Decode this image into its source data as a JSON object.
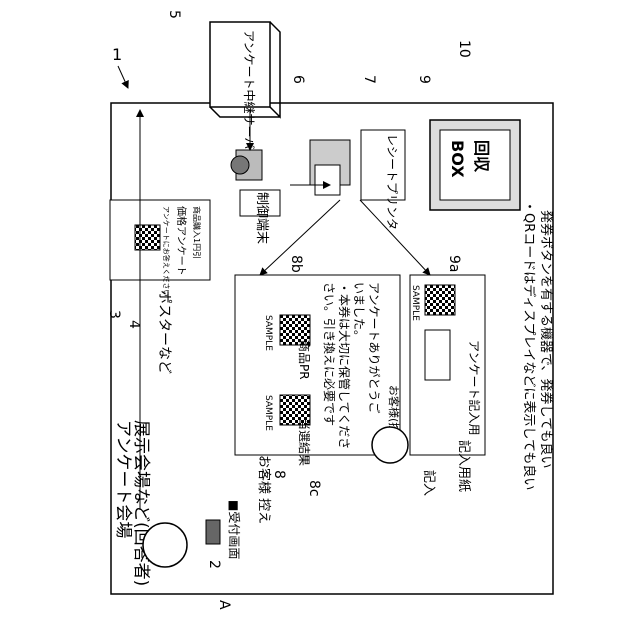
{
  "refs": {
    "system": "1",
    "smartphone": "2",
    "poster": "3",
    "poster_qr": "4",
    "server": "5",
    "control_terminal": "6",
    "printer": "7",
    "receipt": "8",
    "receipt_qr_result": "8b",
    "receipt_qr_product": "8c",
    "entry_form": "9",
    "form_qr": "9a",
    "box": "10",
    "respondent": "A"
  },
  "venue": {
    "line1": "アンケート会場",
    "line2": "展示会場など(回答者)"
  },
  "server": {
    "label": "アンケート中継サーバ"
  },
  "control_terminal": {
    "label": "制御端末"
  },
  "printer": {
    "label": "レシートプリンタ"
  },
  "box": {
    "line1": "回収",
    "line2": "BOX"
  },
  "poster": {
    "caption": "ポスターなど",
    "badge": "商品購入1円引",
    "title": "価格アンケート",
    "small_text": "アンケートにお答えください"
  },
  "smartphone": {
    "screen_label": "■受付画面"
  },
  "receipt": {
    "header": "お客様(控え)",
    "line1": "アンケートありがとうご",
    "line2": "いました。",
    "line3": "・本券は大切に保管してくださ",
    "line4": "さい。引き換えに必要です",
    "qr_label_product": "商品PR",
    "qr_label_result": "当選結果",
    "qr_sample": "SAMPLE",
    "caption": "お客様 控え"
  },
  "entry_form": {
    "title": "アンケート記入用",
    "qr_sample": "SAMPLE",
    "caption": "記入用紙",
    "action": "記入"
  },
  "notes": {
    "line1": "・QRコードはディスプレイなどに表示しても良い",
    "line2": "発券ボタンを有する機器で、発券しても良い"
  }
}
